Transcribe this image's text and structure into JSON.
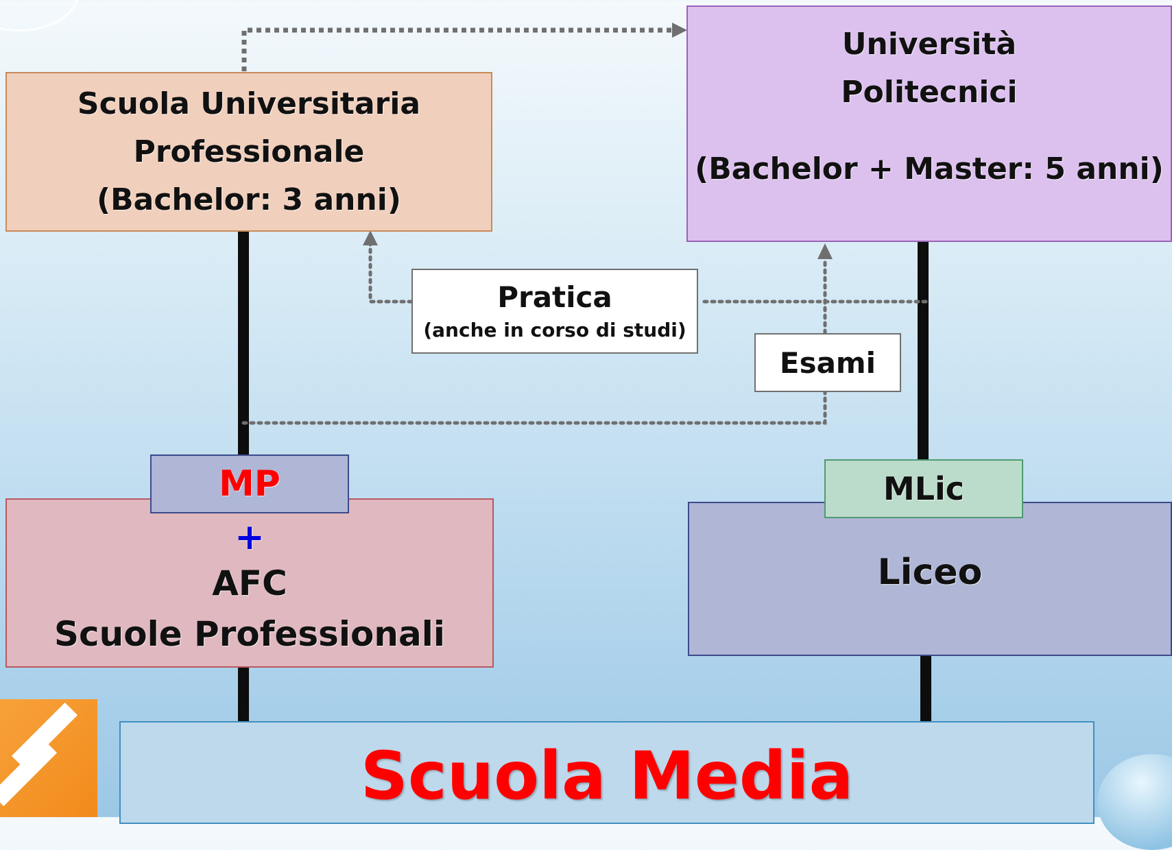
{
  "supsi": {
    "title_line1": "Scuola Universitaria",
    "title_line2": "Professionale",
    "subtitle": "(Bachelor: 3 anni)"
  },
  "universita": {
    "title_line1": "Università",
    "title_line2": "Politecnici",
    "subtitle": "(Bachelor + Master: 5 anni)"
  },
  "pratica": {
    "title": "Pratica",
    "note": "(anche in corso di studi)"
  },
  "esami": {
    "label": "Esami"
  },
  "mp": {
    "label": "MP",
    "plus": "+"
  },
  "afc": {
    "title": "AFC",
    "subtitle": "Scuole Professionali"
  },
  "mlic": {
    "label": "MLic"
  },
  "liceo": {
    "label": "Liceo"
  },
  "scuola_media": {
    "label": "Scuola Media"
  },
  "colors": {
    "supsi_fill": "#f0cfbc",
    "uni_fill": "#dcc1ee",
    "mp_fill": "#b0b6d6",
    "afc_fill": "#e0b8bf",
    "mlic_fill": "#bcdccb",
    "liceo_fill": "#b0b6d6",
    "media_fill": "#bfd9ec",
    "accent_red": "#ff0000",
    "accent_blue": "#0000e0",
    "connector_gray": "#6f6f6f"
  }
}
